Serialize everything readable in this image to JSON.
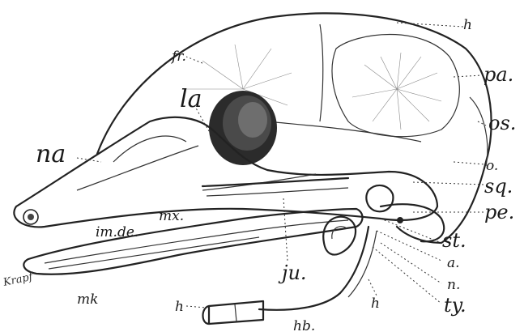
{
  "figure": {
    "labels": {
      "h_top": "h",
      "fr": "fr.",
      "pa": "pa.",
      "la": "la",
      "os": "os.",
      "na": "na",
      "o": "o.",
      "sq": "sq.",
      "mx": "mx.",
      "pe": "pe.",
      "im_de": "im.de.",
      "st": "st.",
      "a": "a.",
      "ju": "ju.",
      "n": "n.",
      "ty": "ty.",
      "mk": "mk",
      "h_left": "h",
      "h_bottom": "h",
      "hb": "hb."
    },
    "signature": "Krapf"
  }
}
